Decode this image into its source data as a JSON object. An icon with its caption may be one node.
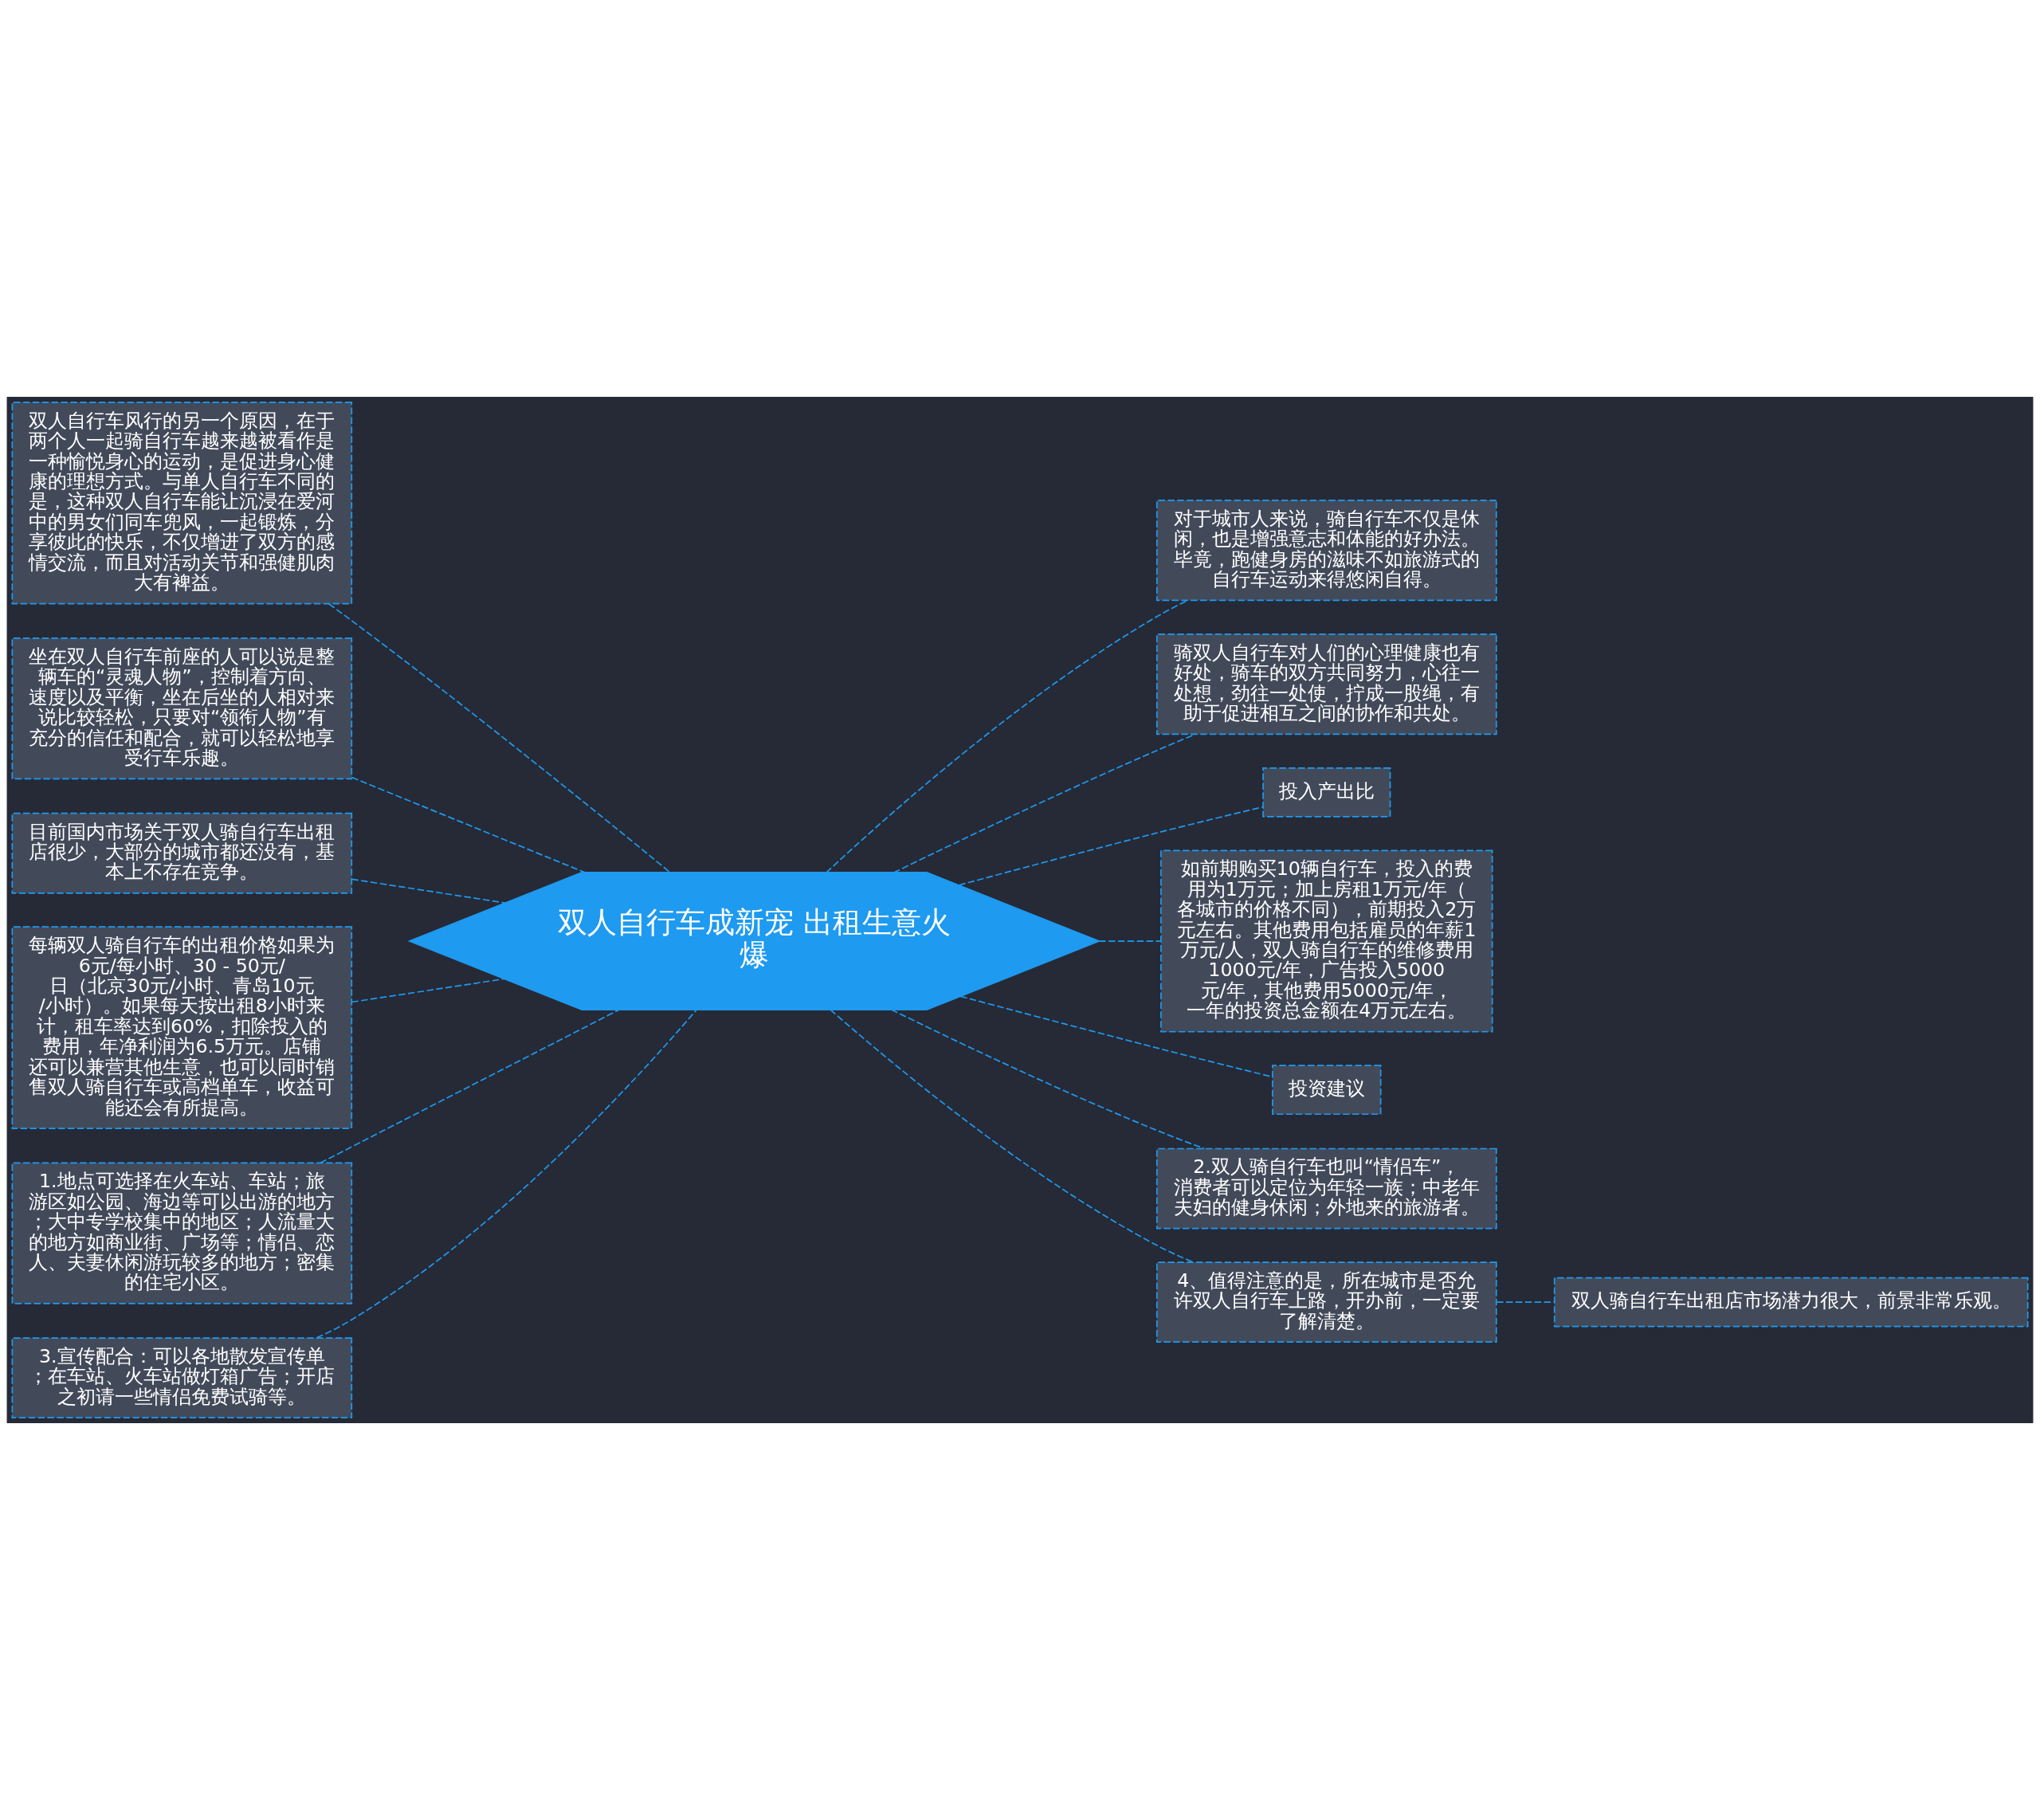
{
  "diagram": {
    "nodes": [
      {
        "text": [
          "双人自行车成新宠 出租生意火爆"
        ]
      },
      {
        "text": [
          "双人自行车风行的另一个原因，在于两个人一起骑自行车越来越被看作是一种愉悦身心的运动，是促进身心健康的理想方式。与单人自行车不同的是，这种双人自行车能让沉浸在爱河中的男女们同车兜风，一起锻炼，分享彼此的快乐，不仅增进了双方的感情交流，而且对活动关节和强健肌肉大有裨益。"
        ]
      },
      {
        "text": [
          "坐在双人自行车前座的人可以说是整辆车的“灵魂人物”，控制着方向、速度以及平衡，坐在后坐的人相对来说比较轻松，只要对“领衔人物”有充分的信任和配合，就可以轻松地享受行车乐趣。"
        ]
      },
      {
        "text": [
          "目前国内市场关于双人骑自行车出租店很少，大部分的城市都还没有，基本上不存在竞争。"
        ]
      },
      {
        "text": [
          "每辆双人骑自行车的出租价格如果为6元/每小时、30 - 50元/日（北京30元/小时、青岛10元/小时）。如果每天按出租8小时来计，租车率达到60%，扣除投入的费用，年净利润为6.5万元。店铺还可以兼营其他生意，也可以同时销售双人骑自行车或高档单车，收益可能还会有所提高。"
        ]
      },
      {
        "text": [
          "1.地点可选择在火车站、车站；旅游区如公园、海边等可以出游的地方；大中专学校集中的地区；人流量大的地方如商业街、广场等；情侣、恋人、夫妻休闲游玩较多的地方；密集的住宅小区。"
        ]
      },
      {
        "text": [
          "3.宣传配合：可以各地散发宣传单；在车站、火车站做灯箱广告；开店之初请一些情侣免费试骑等。"
        ]
      },
      {
        "text": [
          "对于城市人来说，骑自行车不仅是休闲，也是增强意志和体能的好办法。毕竟，跑健身房的滋味不如旅游式的自行车运动来得悠闲自得。"
        ]
      },
      {
        "text": [
          "骑双人自行车对人们的心理健康也有好处，骑车的双方共同努力，心往一处想，劲往一处使，拧成一股绳，有助于促进相互之间的协作和共处。"
        ]
      },
      {
        "text": [
          "投入产出比"
        ]
      },
      {
        "text": [
          "如前期购买10辆自行车，投入的费用为1万元；加上房租1万元/年（各城市的价格不同），前期投入2万元左右。其他费用包括雇员的年薪1万元/人，双人骑自行车的维修费用1000元/年，广告投入5000元/年，其他费用5000元/年，一年的投资总金额在4万元左右。"
        ]
      },
      {
        "text": [
          "投资建议"
        ]
      },
      {
        "text": [
          "2.双人骑自行车也叫“情侣车”，消费者可以定位为年轻一族；中老年夫妇的健身休闲；外地来的旅游者。"
        ]
      },
      {
        "text": [
          "4、值得注意的是，所在城市是否允许双人自行车上路，开办前，一定要了解清楚。"
        ]
      },
      {
        "text": [
          "双人骑自行车出租店市场潜力很大，前景非常乐观。"
        ]
      }
    ],
    "edges": [
      {
        "from": 1,
        "to": 0,
        "arrow": "none",
        "style": "dashed"
      },
      {
        "from": 2,
        "to": 0,
        "arrow": "none",
        "style": "dashed"
      },
      {
        "from": 3,
        "to": 0,
        "arrow": "none",
        "style": "dashed"
      },
      {
        "from": 4,
        "to": 0,
        "arrow": "none",
        "style": "dashed"
      },
      {
        "from": 5,
        "to": 0,
        "arrow": "none",
        "style": "dashed"
      },
      {
        "from": 6,
        "to": 0,
        "arrow": "none",
        "style": "dashed"
      },
      {
        "from": 0,
        "to": 7,
        "arrow": "none",
        "style": "dashed"
      },
      {
        "from": 0,
        "to": 8,
        "arrow": "none",
        "style": "dashed"
      },
      {
        "from": 0,
        "to": 9,
        "arrow": "none",
        "style": "dashed"
      },
      {
        "from": 0,
        "to": 10,
        "arrow": "none",
        "style": "dashed"
      },
      {
        "from": 0,
        "to": 11,
        "arrow": "none",
        "style": "dashed"
      },
      {
        "from": 0,
        "to": 12,
        "arrow": "none",
        "style": "dashed"
      },
      {
        "from": 0,
        "to": 13,
        "arrow": "none",
        "style": "dashed"
      },
      {
        "from": 13,
        "to": 14,
        "arrow": "none",
        "style": "dashed"
      }
    ]
  }
}
